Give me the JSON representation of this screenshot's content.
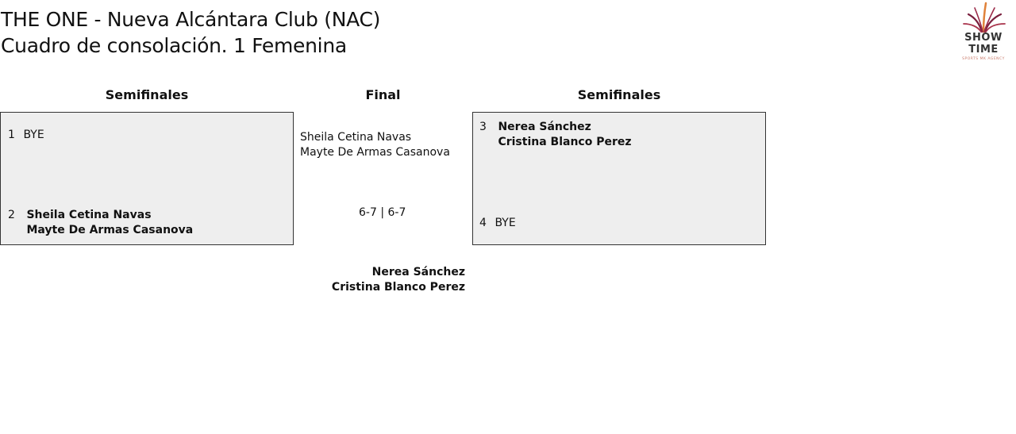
{
  "header": {
    "title_line1": "THE ONE - Nueva Alcántara Club (NAC)",
    "title_line2": "Cuadro de consolación. 1 Femenina"
  },
  "logo": {
    "line1": "SHOW",
    "line2": "TIME",
    "tagline": "SPORTS MK AGENCY",
    "colors": [
      "#7a1f3d",
      "#e0823a",
      "#a8324a"
    ]
  },
  "rounds": {
    "left": "Semifinales",
    "center": "Final",
    "right": "Semifinales"
  },
  "left_match": {
    "slot1": {
      "seed": "1",
      "player1": "BYE",
      "player2": ""
    },
    "slot2": {
      "seed": "2",
      "player1": "Sheila Cetina Navas",
      "player2": "Mayte De Armas Casanova"
    }
  },
  "right_match": {
    "slot1": {
      "seed": "3",
      "player1": "Nerea Sánchez",
      "player2": "Cristina Blanco Perez"
    },
    "slot2": {
      "seed": "4",
      "player1": "BYE",
      "player2": ""
    }
  },
  "final": {
    "player1": "Sheila Cetina Navas",
    "player2": "Mayte De Armas Casanova",
    "score": "6-7 | 6-7"
  },
  "winner": {
    "player1": "Nerea Sánchez",
    "player2": "Cristina Blanco Perez"
  }
}
